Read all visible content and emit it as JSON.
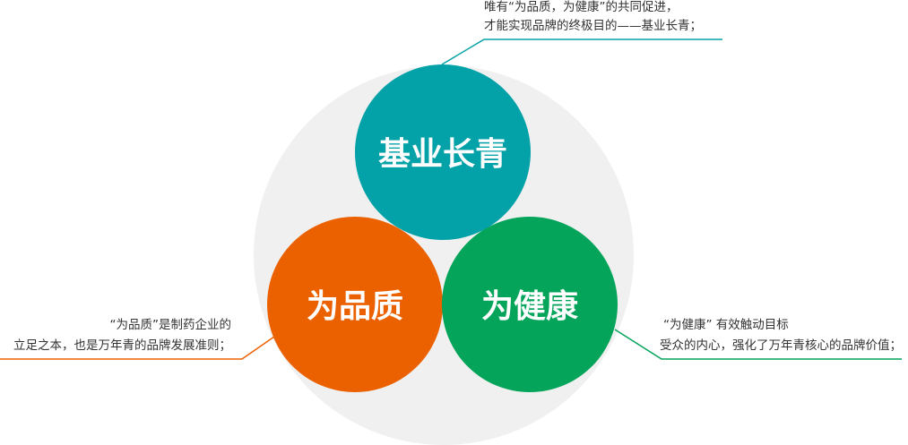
{
  "colors": {
    "backdrop": "#f0f0f0",
    "teal": "#03a2a8",
    "orange": "#eb6100",
    "green": "#04a45a",
    "text": "#333333"
  },
  "circles": {
    "top": {
      "label": "基业长青"
    },
    "left": {
      "label": "为品质"
    },
    "right": {
      "label": "为健康"
    }
  },
  "captions": {
    "top": {
      "line1": "唯有“为品质，为健康”的共同促进，",
      "line2": "才能实现品牌的终极目的——基业长青；"
    },
    "left": {
      "line1": "“为品质”是制药企业的",
      "line2": "立足之本，也是万年青的品牌发展准则；"
    },
    "right": {
      "line1": "“为健康” 有效触动目标",
      "line2": "受众的内心，强化了万年青核心的品牌价值；"
    }
  }
}
